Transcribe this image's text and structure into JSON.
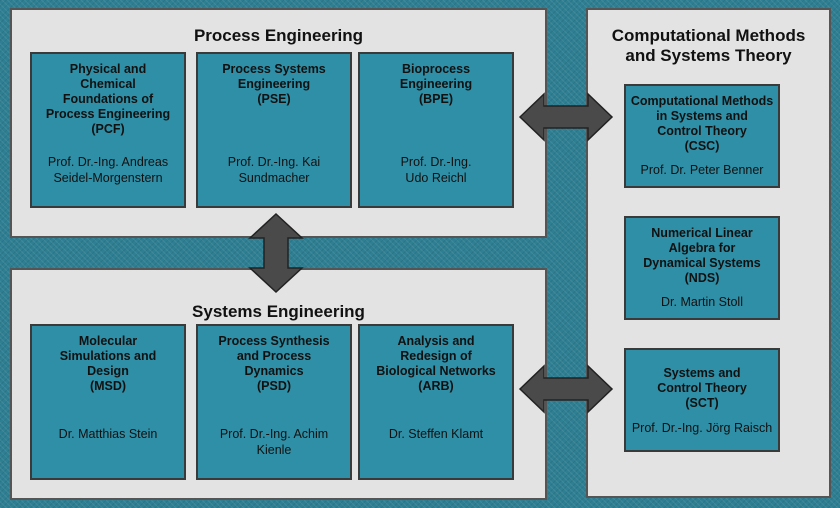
{
  "process_engineering": {
    "title": "Process Engineering",
    "groups": [
      {
        "name": "Physical and\nChemical\nFoundations of\nProcess Engineering\n(PCF)",
        "person": "Prof. Dr.-Ing. Andreas\nSeidel-Morgenstern"
      },
      {
        "name": "Process Systems\nEngineering\n(PSE)",
        "person": "Prof. Dr.-Ing. Kai\nSundmacher"
      },
      {
        "name": "Bioprocess\nEngineering\n(BPE)",
        "person": "Prof. Dr.-Ing.\nUdo Reichl"
      }
    ]
  },
  "systems_engineering": {
    "title": "Systems Engineering",
    "groups": [
      {
        "name": "Molecular\nSimulations and\nDesign\n(MSD)",
        "person": "Dr. Matthias Stein"
      },
      {
        "name": "Process Synthesis\nand Process\nDynamics\n(PSD)",
        "person": "Prof. Dr.-Ing. Achim\nKienle"
      },
      {
        "name": "Analysis and\nRedesign of\nBiological Networks\n(ARB)",
        "person": "Dr. Steffen Klamt"
      }
    ]
  },
  "computational_methods": {
    "title": "Computational Methods\nand Systems Theory",
    "groups": [
      {
        "name": "Computational Methods\nin Systems and\nControl Theory\n(CSC)",
        "person": "Prof. Dr. Peter Benner"
      },
      {
        "name": "Numerical Linear\nAlgebra for\nDynamical Systems\n(NDS)",
        "person": "Dr. Martin Stoll"
      },
      {
        "name": "Systems and\nControl Theory\n(SCT)",
        "person": "Prof. Dr.-Ing. Jörg Raisch"
      }
    ]
  }
}
